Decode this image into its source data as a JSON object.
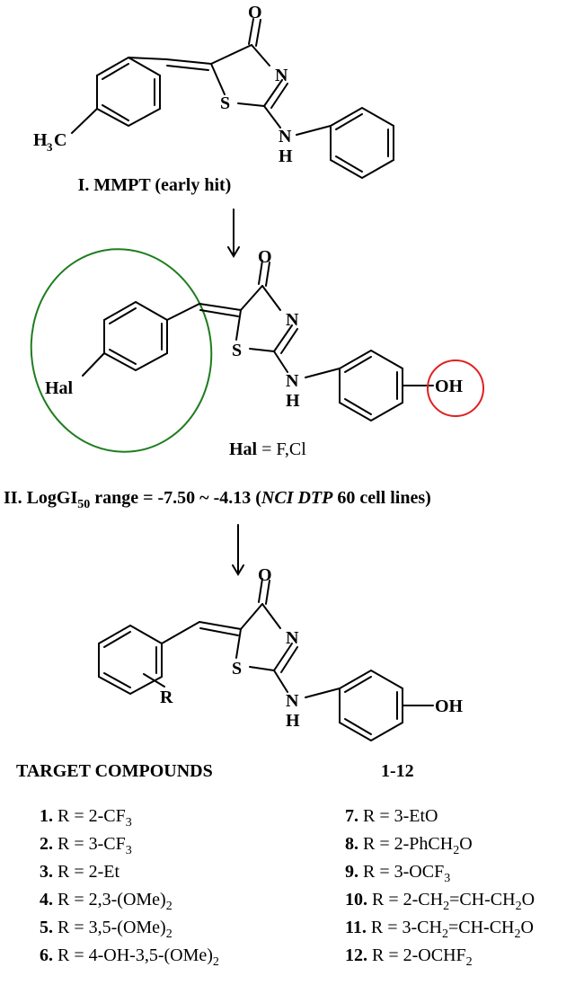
{
  "structure1": {
    "caption": "I. MMPT (early hit)",
    "atoms": {
      "o": "O",
      "n": "N",
      "s": "S",
      "nh_n": "N",
      "nh_h": "H",
      "h3c_h": "H",
      "h3c_3": "3",
      "h3c_c": "C"
    }
  },
  "structure2": {
    "atoms": {
      "o": "O",
      "n": "N",
      "s": "S",
      "nh_n": "N",
      "nh_h": "H",
      "oh": "OH",
      "hal": "Hal"
    },
    "hal_note_label": "Hal",
    "hal_note_value": " = F,Cl",
    "caption_prefix": "II. LogGI",
    "caption_sub": "50",
    "caption_mid": " range = -7.50 ~ -4.13 (",
    "caption_italic": "NCI DTP",
    "caption_suffix": " 60 cell lines)",
    "highlight_left_color": "#1e7d1e",
    "highlight_right_color": "#e02020"
  },
  "structure3": {
    "atoms": {
      "o": "O",
      "n": "N",
      "s": "S",
      "nh_n": "N",
      "nh_h": "H",
      "oh": "OH",
      "r": "R"
    },
    "title": "TARGET COMPOUNDS",
    "range": "1-12"
  },
  "compounds": [
    {
      "num": "1.",
      "text": "R = 2-CF",
      "sub": "3",
      "tail": ""
    },
    {
      "num": "2.",
      "text": "R = 3-CF",
      "sub": "3",
      "tail": ""
    },
    {
      "num": "3.",
      "text": "R = 2-Et",
      "sub": "",
      "tail": ""
    },
    {
      "num": "4.",
      "text": "R = 2,3-(OMe)",
      "sub": "2",
      "tail": ""
    },
    {
      "num": "5.",
      "text": "R = 3,5-(OMe)",
      "sub": "2",
      "tail": ""
    },
    {
      "num": "6.",
      "text": "R = 4-OH-3,5-(OMe)",
      "sub": "2",
      "tail": ""
    },
    {
      "num": "7.",
      "text": "R = 3-EtO",
      "sub": "",
      "tail": ""
    },
    {
      "num": "8.",
      "text": "R = 2-PhCH",
      "sub": "2",
      "tail": "O"
    },
    {
      "num": "9.",
      "text": "R = 3-OCF",
      "sub": "3",
      "tail": ""
    },
    {
      "num": "10.",
      "text": "R = 2-CH",
      "sub": "2",
      "tail": "=CH-CH",
      "sub2": "2",
      "tail2": "O"
    },
    {
      "num": "11.",
      "text": "R = 3-CH",
      "sub": "2",
      "tail": "=CH-CH",
      "sub2": "2",
      "tail2": "O"
    },
    {
      "num": "12.",
      "text": "R = 2-OCHF",
      "sub": "2",
      "tail": ""
    }
  ]
}
